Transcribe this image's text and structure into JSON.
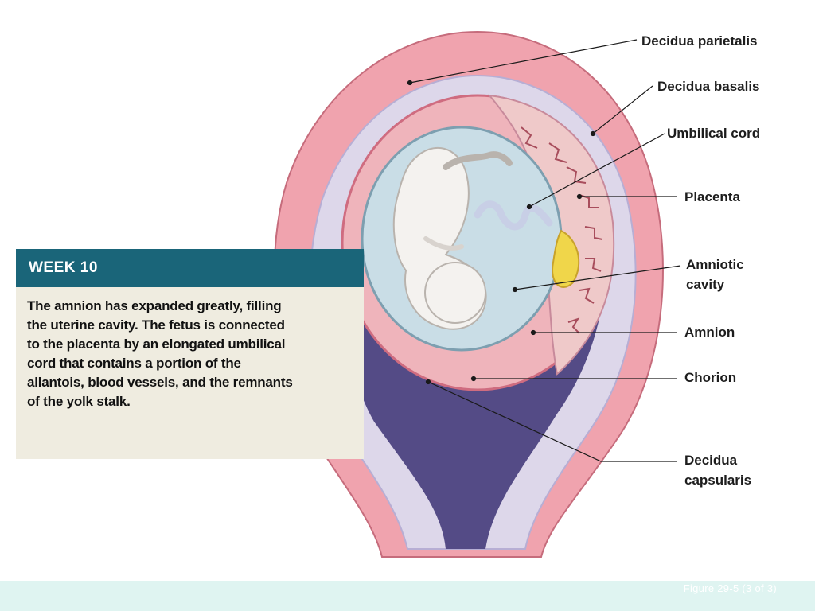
{
  "panel": {
    "title": "WEEK 10",
    "text": "The amnion has expanded greatly, filling the uterine cavity. The fetus is connected to the placenta by an elongated umbilical cord that contains a portion of the allantois, blood vessels, and the remnants of the yolk stalk."
  },
  "labels": {
    "decidua_parietalis": "Decidua parietalis",
    "decidua_basalis": "Decidua basalis",
    "umbilical_cord": "Umbilical cord",
    "placenta": "Placenta",
    "amniotic_cavity_line1": "Amniotic",
    "amniotic_cavity_line2": "cavity",
    "amnion": "Amnion",
    "chorion": "Chorion",
    "decidua_capsularis_line1": "Decidua",
    "decidua_capsularis_line2": "capsularis"
  },
  "footer": {
    "caption": "Figure 29-5 (3 of 3)"
  },
  "colors": {
    "uterine_wall": "#f0a3ae",
    "decidua": "#ddd7ea",
    "cavity_purple": "#544b86",
    "amniotic_fluid": "#c9dde6",
    "panel_header": "#1a6579",
    "panel_body": "#efece0",
    "footer_band": "#dff4f1"
  }
}
